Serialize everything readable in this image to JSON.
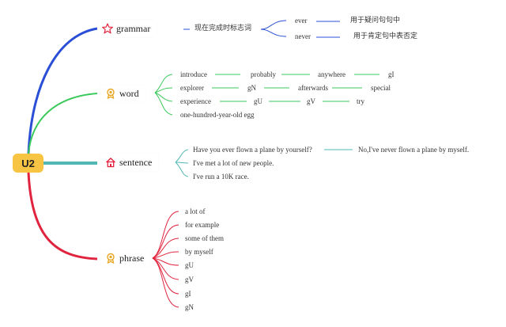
{
  "root": {
    "label": "U2"
  },
  "colors": {
    "grammar": "#2a4fd6",
    "word": "#3cc95c",
    "sentence": "#52b8b4",
    "phrase": "#e0243f",
    "root_fill": "#f7c443"
  },
  "topics": {
    "grammar": {
      "label": "grammar",
      "icon": "star-icon"
    },
    "word": {
      "label": "word",
      "icon": "badge-icon"
    },
    "sentence": {
      "label": "sentence",
      "icon": "house-icon"
    },
    "phrase": {
      "label": "phrase",
      "icon": "badge-icon"
    }
  },
  "grammar": {
    "node": "现在完成时标志词",
    "ever": "ever",
    "ever_desc": "用于疑问句句中",
    "never": "never",
    "never_desc": "用于肯定句中表否定"
  },
  "word": {
    "rows": [
      [
        "introduce",
        "probably",
        "anywhere",
        "gI"
      ],
      [
        "explorer",
        "gN",
        "afterwards",
        "special"
      ],
      [
        "experience",
        "gU",
        "gV",
        "try"
      ]
    ],
    "last": "one-hundred-year-old egg"
  },
  "sentence": {
    "q": "Have you ever flown a plane by yourself?",
    "a": "No,I've never flown a plane by myself.",
    "s2": "I've met a lot of new people.",
    "s3": "I've run a 10K race."
  },
  "phrase": {
    "items": [
      "a lot of",
      "for example",
      "some of them",
      "by myself",
      "gU",
      "gV",
      "gI",
      "gN"
    ]
  }
}
